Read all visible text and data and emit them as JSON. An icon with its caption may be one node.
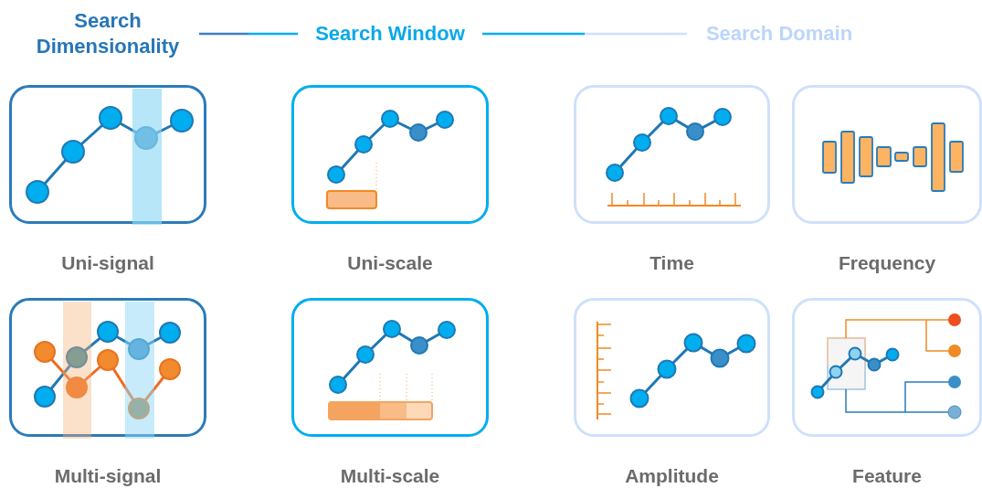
{
  "diagram": {
    "nodes": [
      {
        "text": [
          "Search Dimensionality"
        ]
      },
      {
        "text": [
          "Search Window"
        ]
      },
      {
        "text": [
          "Search Domain"
        ]
      },
      {
        "text": [
          "Uni-signal"
        ]
      },
      {
        "text": [
          "Uni-scale"
        ]
      },
      {
        "text": [
          "Time"
        ]
      },
      {
        "text": [
          "Frequency"
        ]
      },
      {
        "text": [
          "Multi-signal"
        ]
      },
      {
        "text": [
          "Multi-scale"
        ]
      },
      {
        "text": [
          "Amplitude"
        ]
      },
      {
        "text": [
          "Feature"
        ]
      }
    ],
    "edges": [
      {
        "from": 0,
        "to": 1,
        "arrow": "none"
      },
      {
        "from": 1,
        "to": 2,
        "arrow": "none"
      }
    ]
  }
}
